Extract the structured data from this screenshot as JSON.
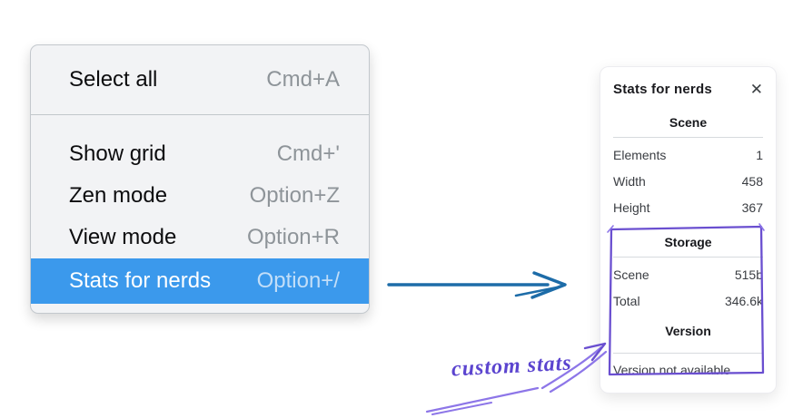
{
  "menu": {
    "items_top": [
      {
        "label": "Select all",
        "shortcut": "Cmd+A"
      }
    ],
    "items_bottom": [
      {
        "label": "Show grid",
        "shortcut": "Cmd+'"
      },
      {
        "label": "Zen mode",
        "shortcut": "Option+Z"
      },
      {
        "label": "View mode",
        "shortcut": "Option+R"
      },
      {
        "label": "Stats for nerds",
        "shortcut": "Option+/",
        "selected": true
      }
    ]
  },
  "stats_panel": {
    "title": "Stats for nerds",
    "scene": {
      "header": "Scene",
      "rows": [
        {
          "label": "Elements",
          "value": "1"
        },
        {
          "label": "Width",
          "value": "458"
        },
        {
          "label": "Height",
          "value": "367"
        }
      ]
    },
    "storage": {
      "header": "Storage",
      "rows": [
        {
          "label": "Scene",
          "value": "515b"
        },
        {
          "label": "Total",
          "value": "346.6k"
        }
      ]
    },
    "version": {
      "header": "Version",
      "note": "Version not available"
    }
  },
  "annotation": {
    "label": "custom stats"
  },
  "icons": {
    "close": "✕"
  },
  "colors": {
    "menu_highlight": "#3b99ec",
    "menu_background": "#f2f3f5",
    "arrow_blue": "#1d6ca8",
    "annotation_purple": "#6a4fd0",
    "annotation_purple_light": "#8d76e8",
    "annotation_text": "#5b44cf"
  }
}
